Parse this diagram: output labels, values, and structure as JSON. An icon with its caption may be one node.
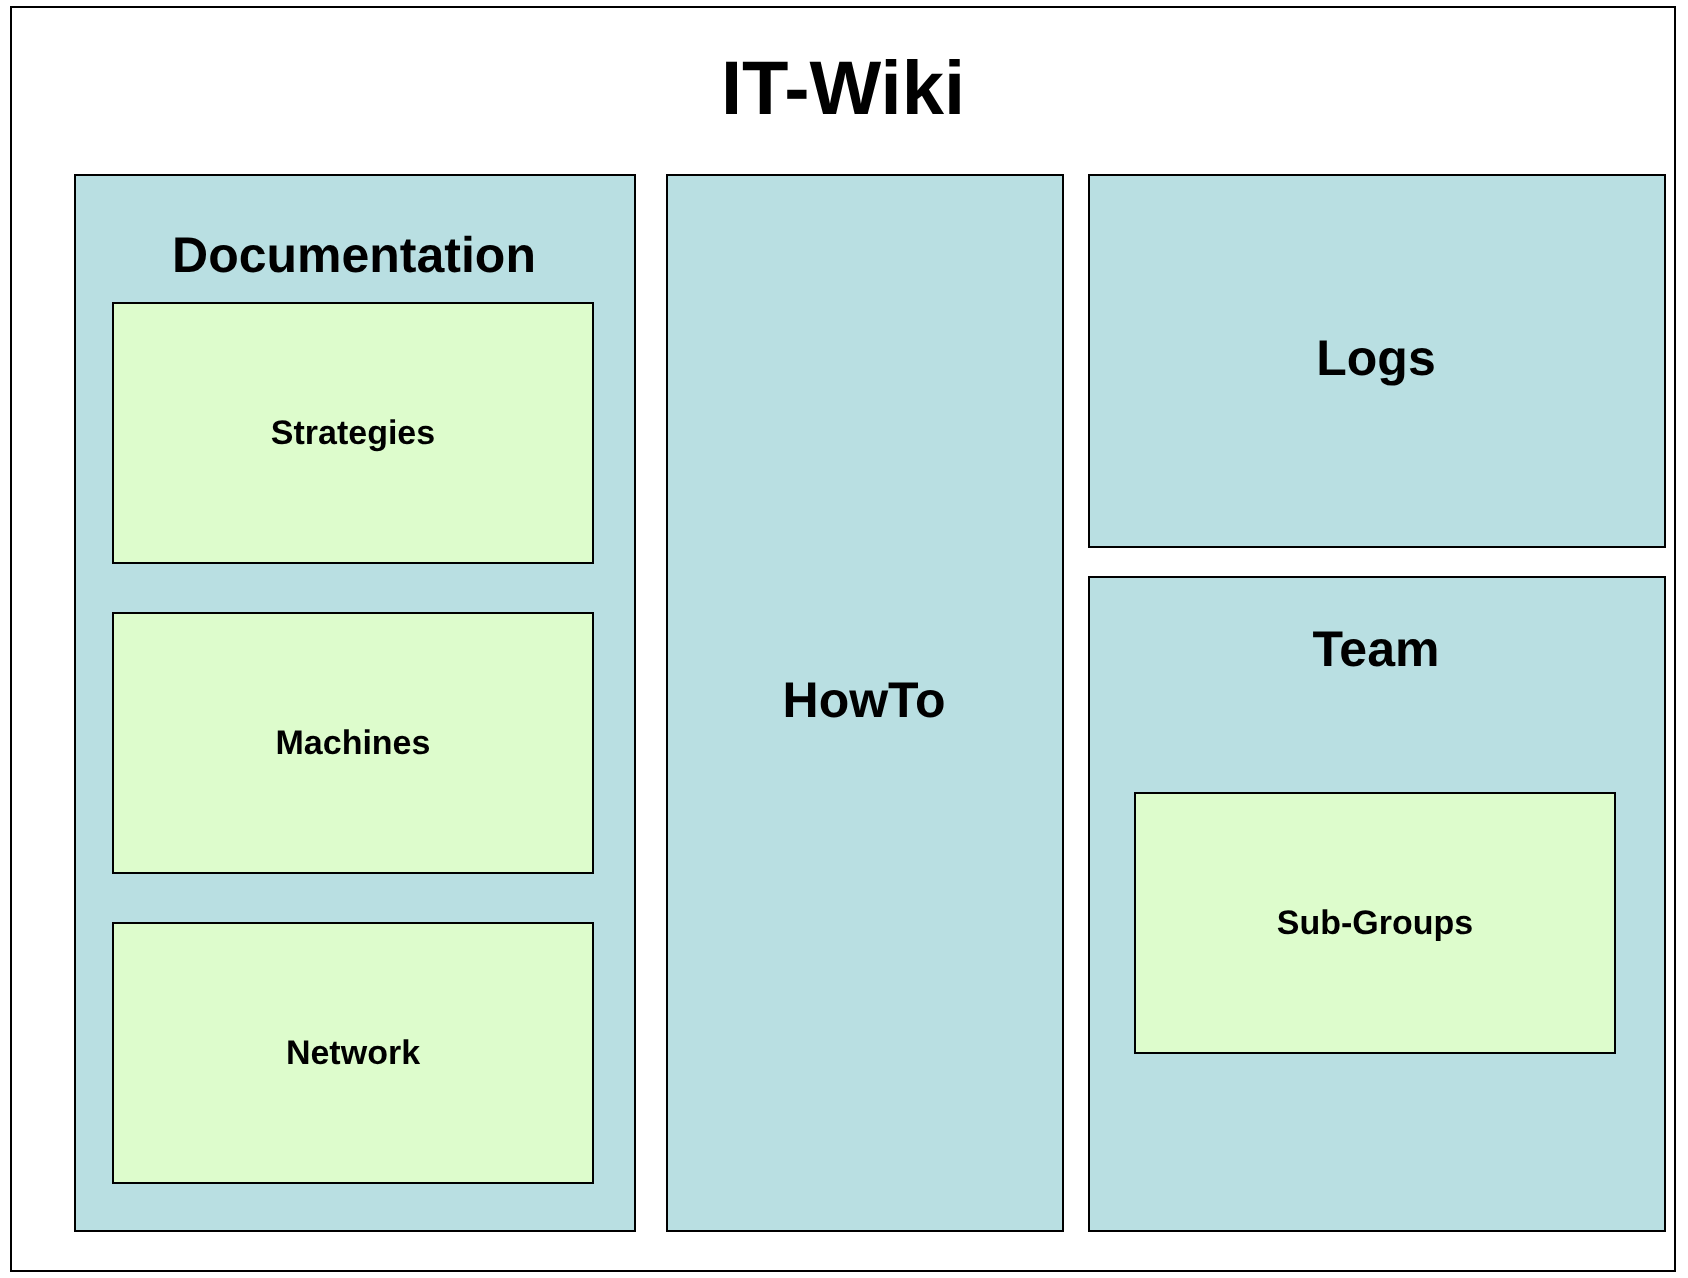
{
  "diagram": {
    "nodes": [
      {
        "text": [
          "IT-Wiki"
        ]
      },
      {
        "text": [
          "Documentation"
        ],
        "in": 0
      },
      {
        "text": [
          "Strategies"
        ],
        "in": 1
      },
      {
        "text": [
          "Machines"
        ],
        "in": 1
      },
      {
        "text": [
          "Network"
        ],
        "in": 1
      },
      {
        "text": [
          "HowTo"
        ],
        "in": 0
      },
      {
        "text": [
          "Logs"
        ],
        "in": 0
      },
      {
        "text": [
          "Team"
        ],
        "in": 0
      },
      {
        "text": [
          "Sub-Groups"
        ],
        "in": 7
      }
    ]
  }
}
